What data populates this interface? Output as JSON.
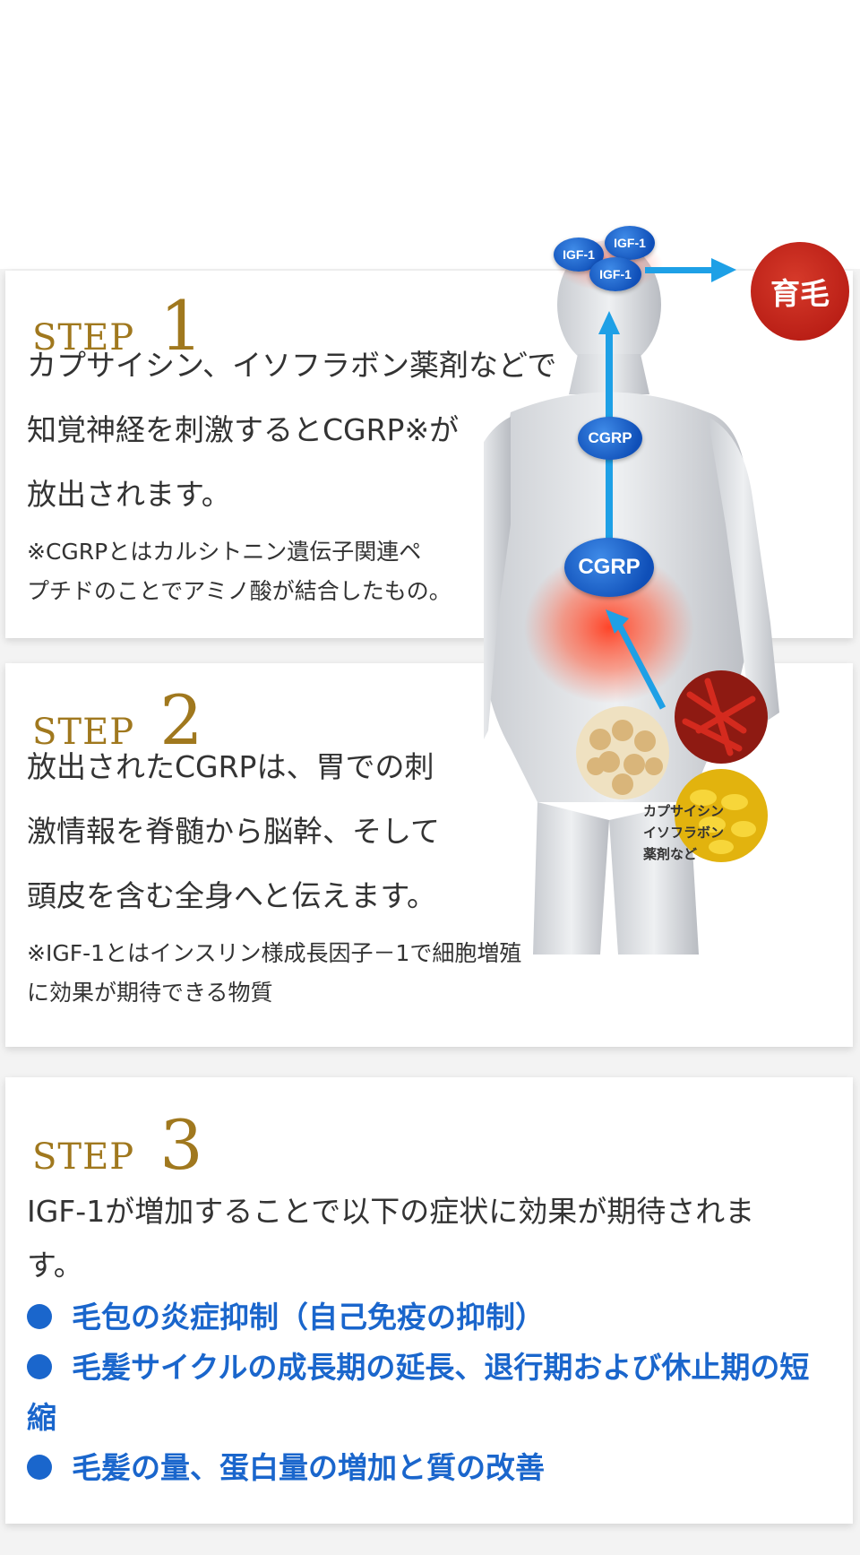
{
  "steps": [
    {
      "word": "STEP",
      "number": "1",
      "text_lines": [
        "カプサイシン、イソフラボン薬剤などで",
        "知覚神経を刺激するとCGRP※が",
        "放出されます。"
      ],
      "note_lines": [
        "※CGRPとはカルシトニン遺伝子関連ペ",
        "プチドのことでアミノ酸が結合したもの。"
      ]
    },
    {
      "word": "STEP",
      "number": "2",
      "text_lines": [
        "放出されたCGRPは、胃での刺",
        "激情報を脊髄から脳幹、そして",
        "頭皮を含む全身へと伝えます。"
      ],
      "note_lines": [
        "※IGF-1とはインスリン様成長因子－1で細胞増殖",
        "に効果が期待できる物質"
      ]
    },
    {
      "word": "STEP",
      "number": "3",
      "text_lines": [
        "IGF-1が増加することで以下の症状に効果が期待されま",
        "す。"
      ],
      "bullets": [
        "毛包の炎症抑制（自己免疫の抑制）",
        "毛髪サイクルの成長期の延長、退行期および休止期の短縮",
        "毛髪の量、蛋白量の増加と質の改善"
      ]
    }
  ],
  "figure": {
    "igf_labels": [
      "IGF-1",
      "IGF-1",
      "IGF-1"
    ],
    "growth_label": "育毛",
    "cgrp_upper": "CGRP",
    "cgrp_stomach": "CGRP",
    "ingredients_caption": [
      "カプサイシン",
      "イソフラボン",
      "薬剤など"
    ]
  },
  "colors": {
    "step_gold": "#a0781e",
    "bullet_blue": "#1a66cc",
    "bubble_blue": "#1f63c9",
    "growth_red": "#c0241a",
    "arrow_blue": "#1ea0e6"
  }
}
